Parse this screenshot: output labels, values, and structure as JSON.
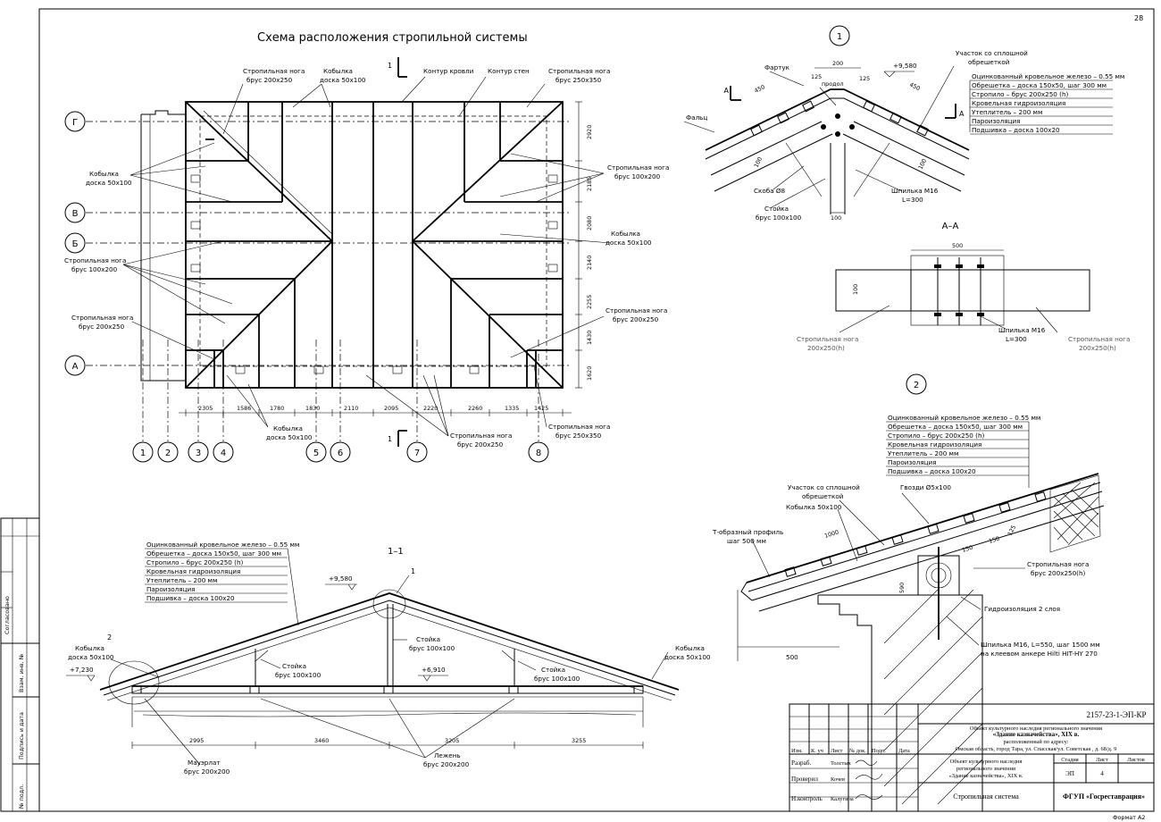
{
  "sheet": {
    "page_no": "28",
    "format": "Формат A2",
    "side_labels": [
      "Согласовано",
      "Взам. инв. №",
      "Подпись и дата",
      "№ подл."
    ]
  },
  "plan": {
    "title": "Схема расположения стропильной системы",
    "axes_letters": [
      "Г",
      "В",
      "Б",
      "А"
    ],
    "axes_numbers": [
      "1",
      "2",
      "3",
      "4",
      "5",
      "6",
      "7",
      "8"
    ],
    "dims_bottom": [
      "2305",
      "1586",
      "1780",
      "1830",
      "2110",
      "2095",
      "2220",
      "2260",
      "1335",
      "1425"
    ],
    "dims_right": [
      "2920",
      "2185",
      "2080",
      "2140",
      "2255",
      "1430",
      "1620"
    ],
    "section_mark": "1",
    "labels": {
      "strop_200x250_a": [
        "Стропильная нога",
        "брус 200x250"
      ],
      "kob_50x100_a": [
        "Кобылка",
        "доска 50x100"
      ],
      "kontur_krovli": "Контур кровли",
      "kontur_sten": "Контур стен",
      "strop_250x350_a": [
        "Стропильная нога",
        "брус 250x350"
      ],
      "kob_50x100_left": [
        "Кобылка",
        "доска 50x100"
      ],
      "strop_100x200_right": [
        "Стропильная нога",
        "брус 100x200"
      ],
      "kob_50x100_right": [
        "Кобылка",
        "доска 50x100"
      ],
      "strop_100x200_left": [
        "Стропильная нога",
        "брус 100x200"
      ],
      "strop_200x250_left": [
        "Стропильная нога",
        "брус 200x250"
      ],
      "strop_200x250_right": [
        "Стропильная нога",
        "брус 200x250"
      ],
      "kob_50x100_bottom": [
        "Кобылка",
        "доска 50x100"
      ],
      "strop_200x250_bottom": [
        "Стропильная нога",
        "брус 200x250"
      ],
      "strop_250x350_bottom": [
        "Стропильная нога",
        "брус 250x350"
      ]
    }
  },
  "node1": {
    "mark": "1",
    "dims": [
      "200",
      "450",
      "450",
      "125",
      "125",
      "100",
      "100",
      "100"
    ],
    "elev": "+9,580",
    "section": "А",
    "labels": {
      "fartuk": "Фартук",
      "fals": "Фальц",
      "prodol": "продол",
      "skoba": "Скоба Ø8",
      "stoyka": [
        "Стойка",
        "брус 100x100"
      ],
      "shpilka": [
        "Шпилька M16",
        "L=300"
      ],
      "uchastok": [
        "Участок со сплошной",
        "обрешеткой"
      ]
    },
    "layers": [
      "Оцинкованный кровельное железо – 0.55 мм",
      "Обрешетка – доска 150x50, шаг 300 мм",
      "Стропило – брус 200x250 (h)",
      "Кровельная гидроизоляция",
      "Утеплитель – 200 мм",
      "Пароизоляция",
      "Подшивка – доска 100x20"
    ]
  },
  "sectionAA": {
    "title": "А–А",
    "dim_top": "500",
    "dim_side": "100",
    "labels": {
      "left": [
        "Стропильная нога",
        "200x250(h)"
      ],
      "right": [
        "Стропильная нога",
        "200x250(h)"
      ],
      "shpilka": [
        "Шпилька M16",
        "L=300"
      ]
    }
  },
  "node2": {
    "mark": "2",
    "layers": [
      "Оцинкованный кровельное железо – 0.55 мм",
      "Обрешетка – доска 150x50, шаг 300 мм",
      "Стропило – брус 200x250 (h)",
      "Кровельная гидроизоляция",
      "Утеплитель – 200 мм",
      "Пароизоляция",
      "Подшивка – доска 100x20"
    ],
    "labels": {
      "uchastok": [
        "Участок со сплошной",
        "обрешеткой"
      ],
      "kobylka": "Кобылка 50x100",
      "gvozdi": "Гвозди Ø5x100",
      "t_profile": [
        "Т-образный профиль",
        "шаг 500 мм"
      ],
      "strop": [
        "Стропильная нога",
        "брус 200x250(h)"
      ],
      "gidro": "Гидроизоляция 2 слоя",
      "shpilka": [
        "Шпилька M16, L=550, шаг 1500 мм",
        "на клеевом анкере Hilti HIT-HY 270"
      ]
    },
    "dims": [
      "1000",
      "150",
      "150",
      "125",
      "590",
      "500"
    ]
  },
  "section11": {
    "title": "1–1",
    "node_mark_1": "1",
    "node_mark_2": "2",
    "elev_top": "+9,580",
    "elev_mid": "+6,910",
    "elev_left": "+7,230",
    "dims": [
      "2995",
      "3460",
      "3205",
      "3255"
    ],
    "layers": [
      "Оцинкованный кровельное железо – 0.55 мм",
      "Обрешетка – доска 150x50, шаг 300 мм",
      "Стропило – брус 200x250 (h)",
      "Кровельная гидроизоляция",
      "Утеплитель – 200 мм",
      "Пароизоляция",
      "Подшивка – доска 100x20"
    ],
    "labels": {
      "kob_left": [
        "Кобылка",
        "доска 50x100"
      ],
      "kob_right": [
        "Кобылка",
        "доска 50x100"
      ],
      "stoyka_c": [
        "Стойка",
        "брус 100x100"
      ],
      "stoyka_l": [
        "Стойка",
        "брус 100x100"
      ],
      "stoyka_r": [
        "Стойка",
        "брус 100x100"
      ],
      "mauerlat": [
        "Мауэрлат",
        "брус 200x200"
      ],
      "lezhen": [
        "Лежень",
        "брус 200x200"
      ]
    }
  },
  "title_block": {
    "code": "2157-23-1-ЭП-КР",
    "object_lines": [
      "Объект культурного наследия регионального значения",
      "«Здание казначейства», XIX в.",
      "расположенный по адресу:",
      "Омская область, город Тара, ул. Спасская/ул. Советская , д. 68/д. 9"
    ],
    "object2_lines": [
      "Объект культурного наследия",
      "регионального значения",
      "«Здание казначейства», XIX в."
    ],
    "headers": [
      "Изм.",
      "К. уч",
      "Лист",
      "№ док.",
      "Подп.",
      "Дата"
    ],
    "stage_headers": [
      "Стадия",
      "Лист",
      "Листов"
    ],
    "stage": "ЭП",
    "sheet": "4",
    "sheets": "",
    "roles": [
      {
        "role": "Разраб.",
        "name": "Толстых"
      },
      {
        "role": "Проверил",
        "name": "Кочев"
      },
      {
        "role": "Н.контроль",
        "name": "Калугина"
      }
    ],
    "drawing_name": "Стропильная система",
    "org": "ФГУП «Госреставрация»"
  }
}
